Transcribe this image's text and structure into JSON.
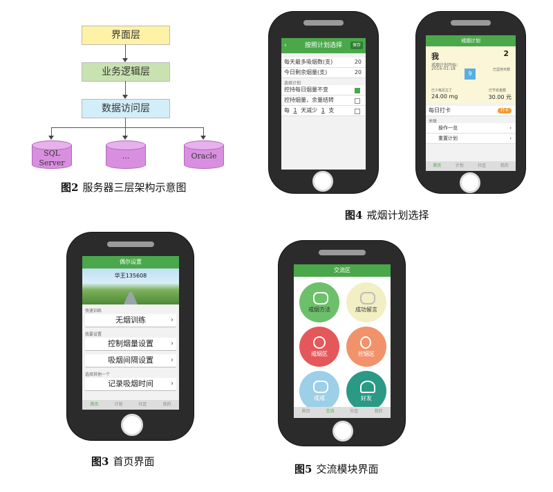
{
  "fig2": {
    "layers": [
      "界面层",
      "业务逻辑层",
      "数据访问层"
    ],
    "databases": [
      [
        "SQL",
        "Server"
      ],
      [
        "…"
      ],
      [
        "Oracle"
      ]
    ],
    "caption_num": "图2",
    "caption_text": "服务器三层架构示意图",
    "colors": {
      "layer1": "#fdf2a6",
      "layer2": "#c9e3b0",
      "layer3": "#d2eef8",
      "db": "#d98fe0"
    }
  },
  "fig4": {
    "caption_num": "图4",
    "caption_text": "戒烟计划选择",
    "left": {
      "title": "按照计划选择",
      "confirm": "保存",
      "rows": [
        {
          "label": "每天最多吸烟数(支)",
          "value": "20"
        },
        {
          "label": "今日剩余烟量(支)",
          "value": "20"
        }
      ],
      "section": "选择计划",
      "options": [
        {
          "label": "控持每日烟量不变",
          "checked": true
        },
        {
          "label": "控持烟量，余量结转",
          "checked": false
        }
      ],
      "last": [
        "每",
        "1",
        "天减少",
        "1",
        "支"
      ]
    },
    "right": {
      "title": "戒烟计划",
      "user": "我",
      "count": "2",
      "sub1": "戒烟计划开始：",
      "date": "2016-01-18",
      "day_num": "9",
      "note": "已坚持天数",
      "stat1_label": "已少吸尼古丁",
      "stat2_label": "已节省金额",
      "stat1_value": "24.00",
      "stat1_unit": "mg",
      "stat2_value": "30.00",
      "stat2_unit": "元",
      "checkin_label": "每日打卡",
      "checkin_btn": "打卡",
      "section": "关联",
      "items": [
        "操作一览",
        "重置计划"
      ]
    }
  },
  "fig3": {
    "caption_num": "图3",
    "caption_text": "首页界面",
    "title": "偶尔设置",
    "phone_no": "华王135608",
    "groups": [
      {
        "label": "快速训练",
        "items": [
          "无烟训练"
        ]
      },
      {
        "label": "我要设置",
        "items": [
          "控制烟量设置",
          "吸烟间隔设置"
        ]
      },
      {
        "label": "选择其他一个",
        "items": [
          "记录吸烟时间"
        ]
      }
    ],
    "tabs": [
      "首页",
      "计划",
      "社区",
      "我的"
    ]
  },
  "fig5": {
    "caption_num": "图5",
    "caption_text": "交流模块界面",
    "title": "交流区",
    "circles": [
      {
        "label": "戒烟方法",
        "color": "#6cc06a"
      },
      {
        "label": "成功留言",
        "color": "#f3efc4"
      },
      {
        "label": "戒烟区",
        "color": "#e4585b"
      },
      {
        "label": "控烟区",
        "color": "#f1926a"
      },
      {
        "label": "戒戒",
        "color": "#9ccfe8"
      },
      {
        "label": "好友",
        "color": "#2a9a86"
      }
    ],
    "tabs": [
      "首页",
      "交流",
      "社区",
      "我的"
    ]
  },
  "phone_tabs": [
    "首页",
    "计划",
    "社区",
    "我的"
  ]
}
